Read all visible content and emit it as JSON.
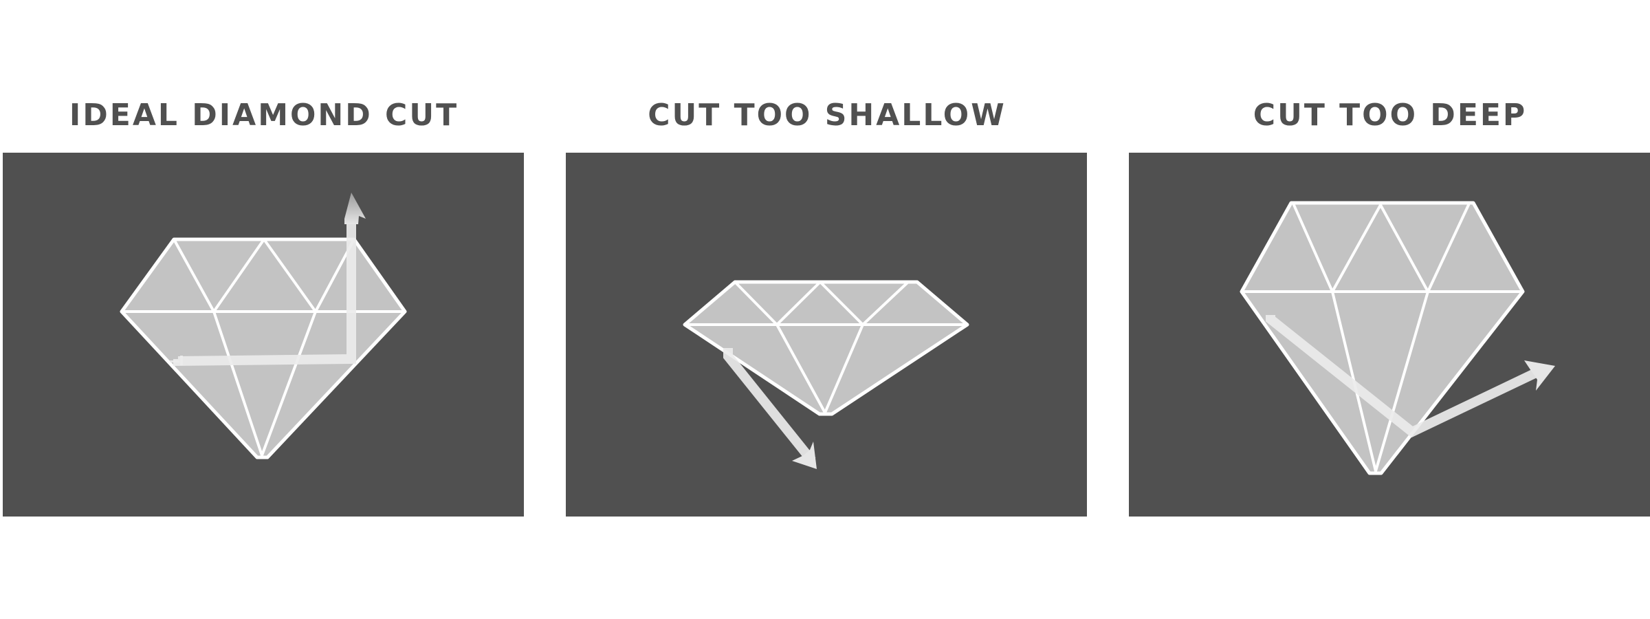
{
  "panels": [
    {
      "title": "IDEAL DIAMOND CUT"
    },
    {
      "title": "CUT TOO SHALLOW"
    },
    {
      "title": "CUT TOO DEEP"
    }
  ],
  "colors": {
    "background": "#ffffff",
    "panel": "#505050",
    "title": "#505050",
    "diamond_fill": "#c3c3c3",
    "outline": "#ffffff",
    "light_ray": "#ececec"
  }
}
